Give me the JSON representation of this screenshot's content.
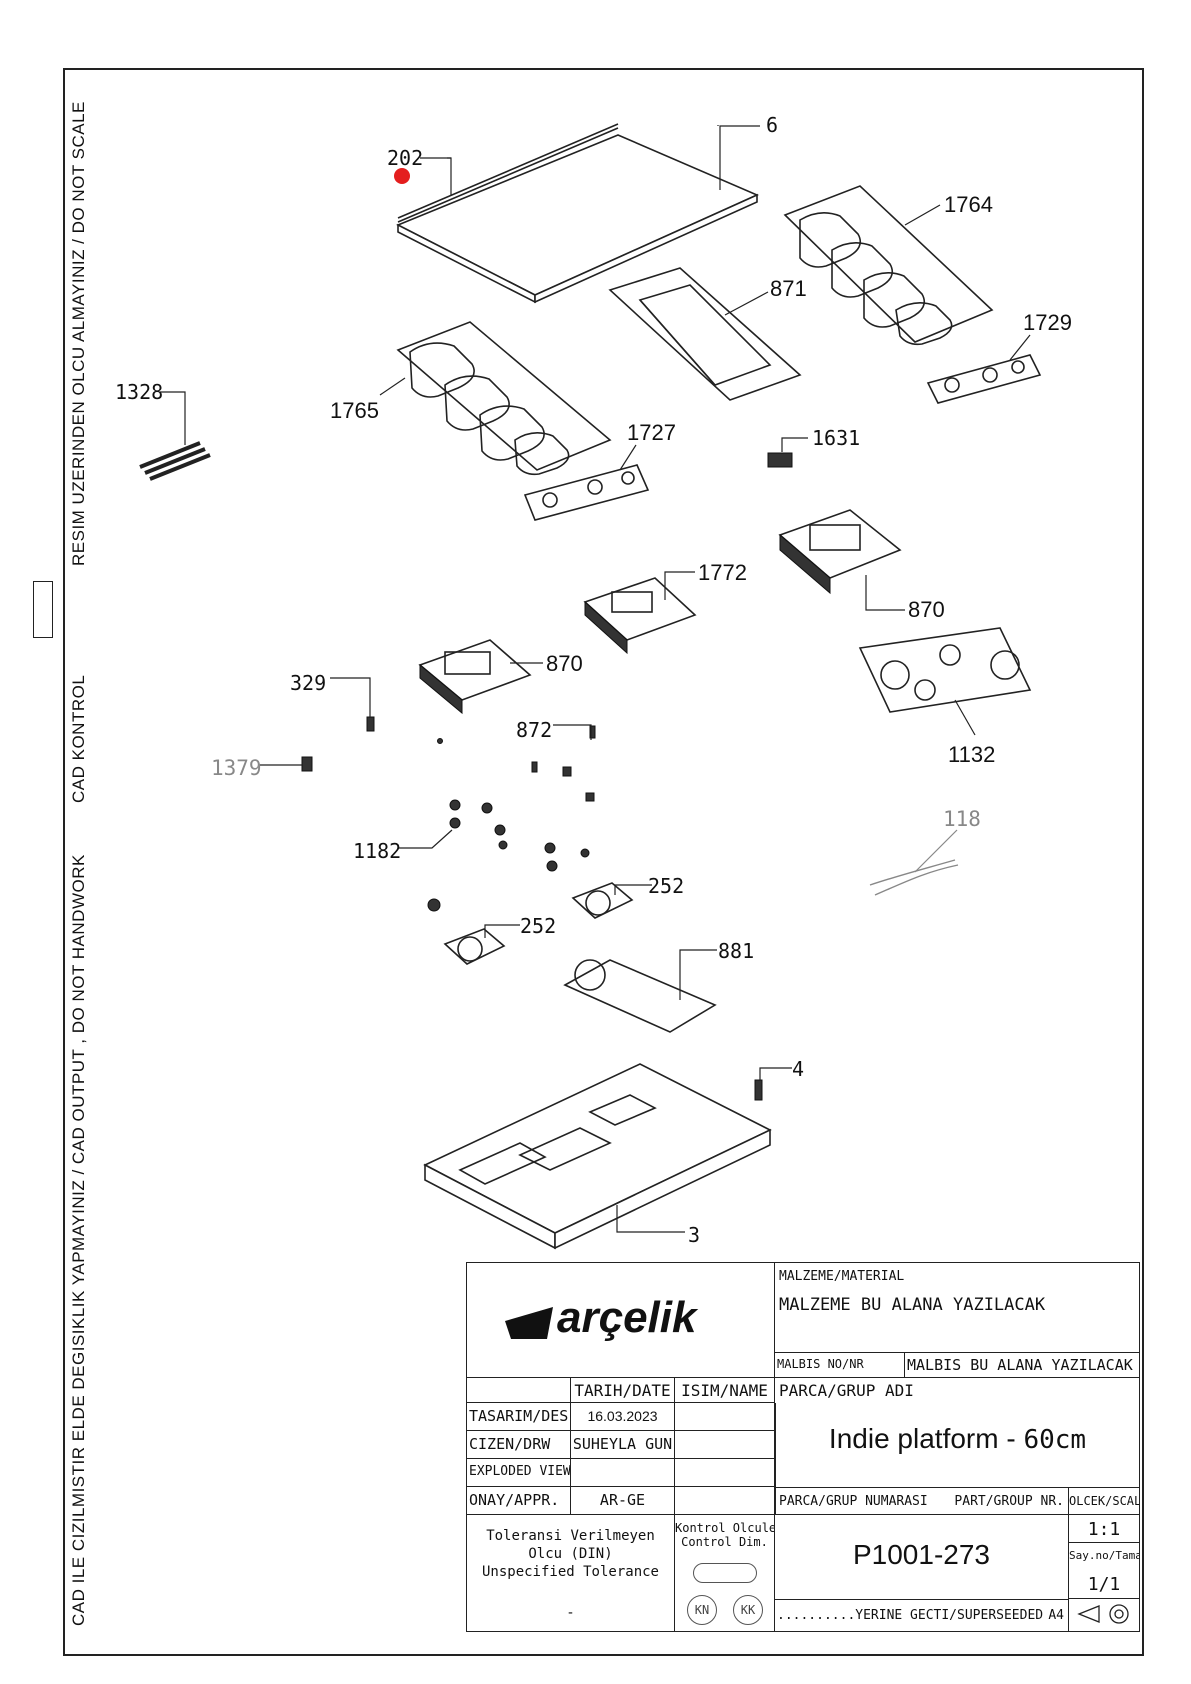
{
  "side_notes": {
    "cad_control": "CAD KONTROL",
    "no_measure": "RESIM UZERINDEN OLCU ALMAYINIZ / DO NOT SCALE",
    "no_modify": "CAD ILE CIZILMISTIR ELDE DEGISIKLIK YAPMAYINIZ / CAD OUTPUT , DO NOT HANDWORK"
  },
  "callouts": {
    "c202": "202",
    "c6": "6",
    "c1764": "1764",
    "c871": "871",
    "c1729": "1729",
    "c1328": "1328",
    "c1765": "1765",
    "c1727": "1727",
    "c1631": "1631",
    "c1772": "1772",
    "c870a": "870",
    "c870b": "870",
    "c329": "329",
    "c1132": "1132",
    "c872": "872",
    "c1379": "1379",
    "c118": "118",
    "c1182": "1182",
    "c252a": "252",
    "c252b": "252",
    "c881": "881",
    "c4": "4",
    "c3": "3"
  },
  "title_block": {
    "logo": "arçelik",
    "material_label": "MALZEME/MATERIAL",
    "material_value": "MALZEME BU ALANA YAZILACAK",
    "malbis_label": "MALBIS NO/NR",
    "malbis_value": "MALBIS BU ALANA YAZILACAK",
    "date_header": "TARIH/DATE",
    "name_header": "ISIM/NAME",
    "part_group_name_label": "PARCA/GRUP ADI",
    "row_design": "TASARIM/DES.",
    "row_design_date": "16.03.2023",
    "row_drawn": "CIZEN/DRW",
    "row_drawn_name": "SUHEYLA GUN",
    "row_exploded": "EXPLODED VIEW",
    "row_approved": "ONAY/APPR.",
    "row_approved_name": "AR-GE",
    "title_main": "Indie platform - ",
    "title_size": "60cm",
    "part_group_number_label": "PARCA/GRUP NUMARASI",
    "part_group_nr_label": "PART/GROUP NR.",
    "scale_label": "OLCEK/SCALE",
    "scale_value": "1:1",
    "tolerance_line1": "Toleransi Verilmeyen",
    "tolerance_line2": "Olcu (DIN)",
    "tolerance_line3": "Unspecified Tolerance",
    "tolerance_value": "-",
    "control_line1": "Kontrol Olculeri",
    "control_line2": "Control Dim.",
    "kn_label": "KN",
    "kk_label": "KK",
    "part_number": "P1001-273",
    "sheet_label": "Say.no/Tamami",
    "sheet_value": "1/1",
    "superseded": "..........YERINE GECTI/SUPERSEEDED",
    "paper_size": "A4"
  }
}
